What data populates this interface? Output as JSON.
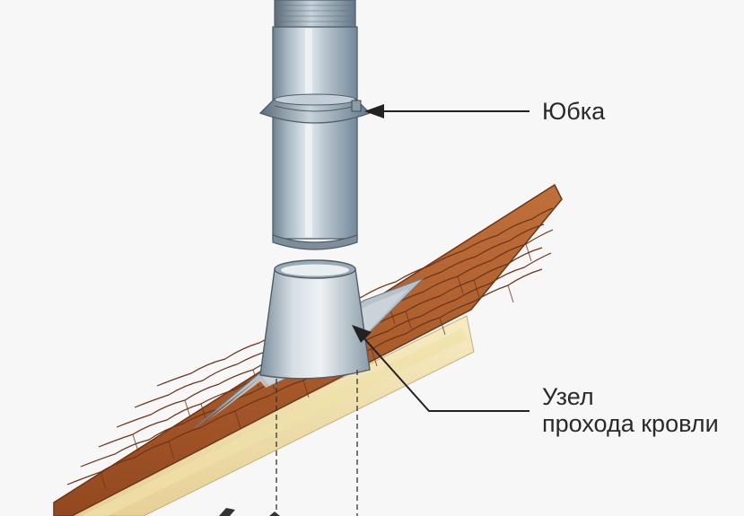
{
  "labels": {
    "skirt": "Юбка",
    "roof_node_line1": "Узел",
    "roof_node_line2": "прохода кровли"
  },
  "colors": {
    "background": "#f7f7f7",
    "pipe_metal": "#9fb0bc",
    "tile": "#a85a2c",
    "tile_edge": "#6e3518",
    "batten_wood": "#f2e3b0",
    "flashing_sheet": "#b8c2c9",
    "leader_line": "#222222"
  }
}
